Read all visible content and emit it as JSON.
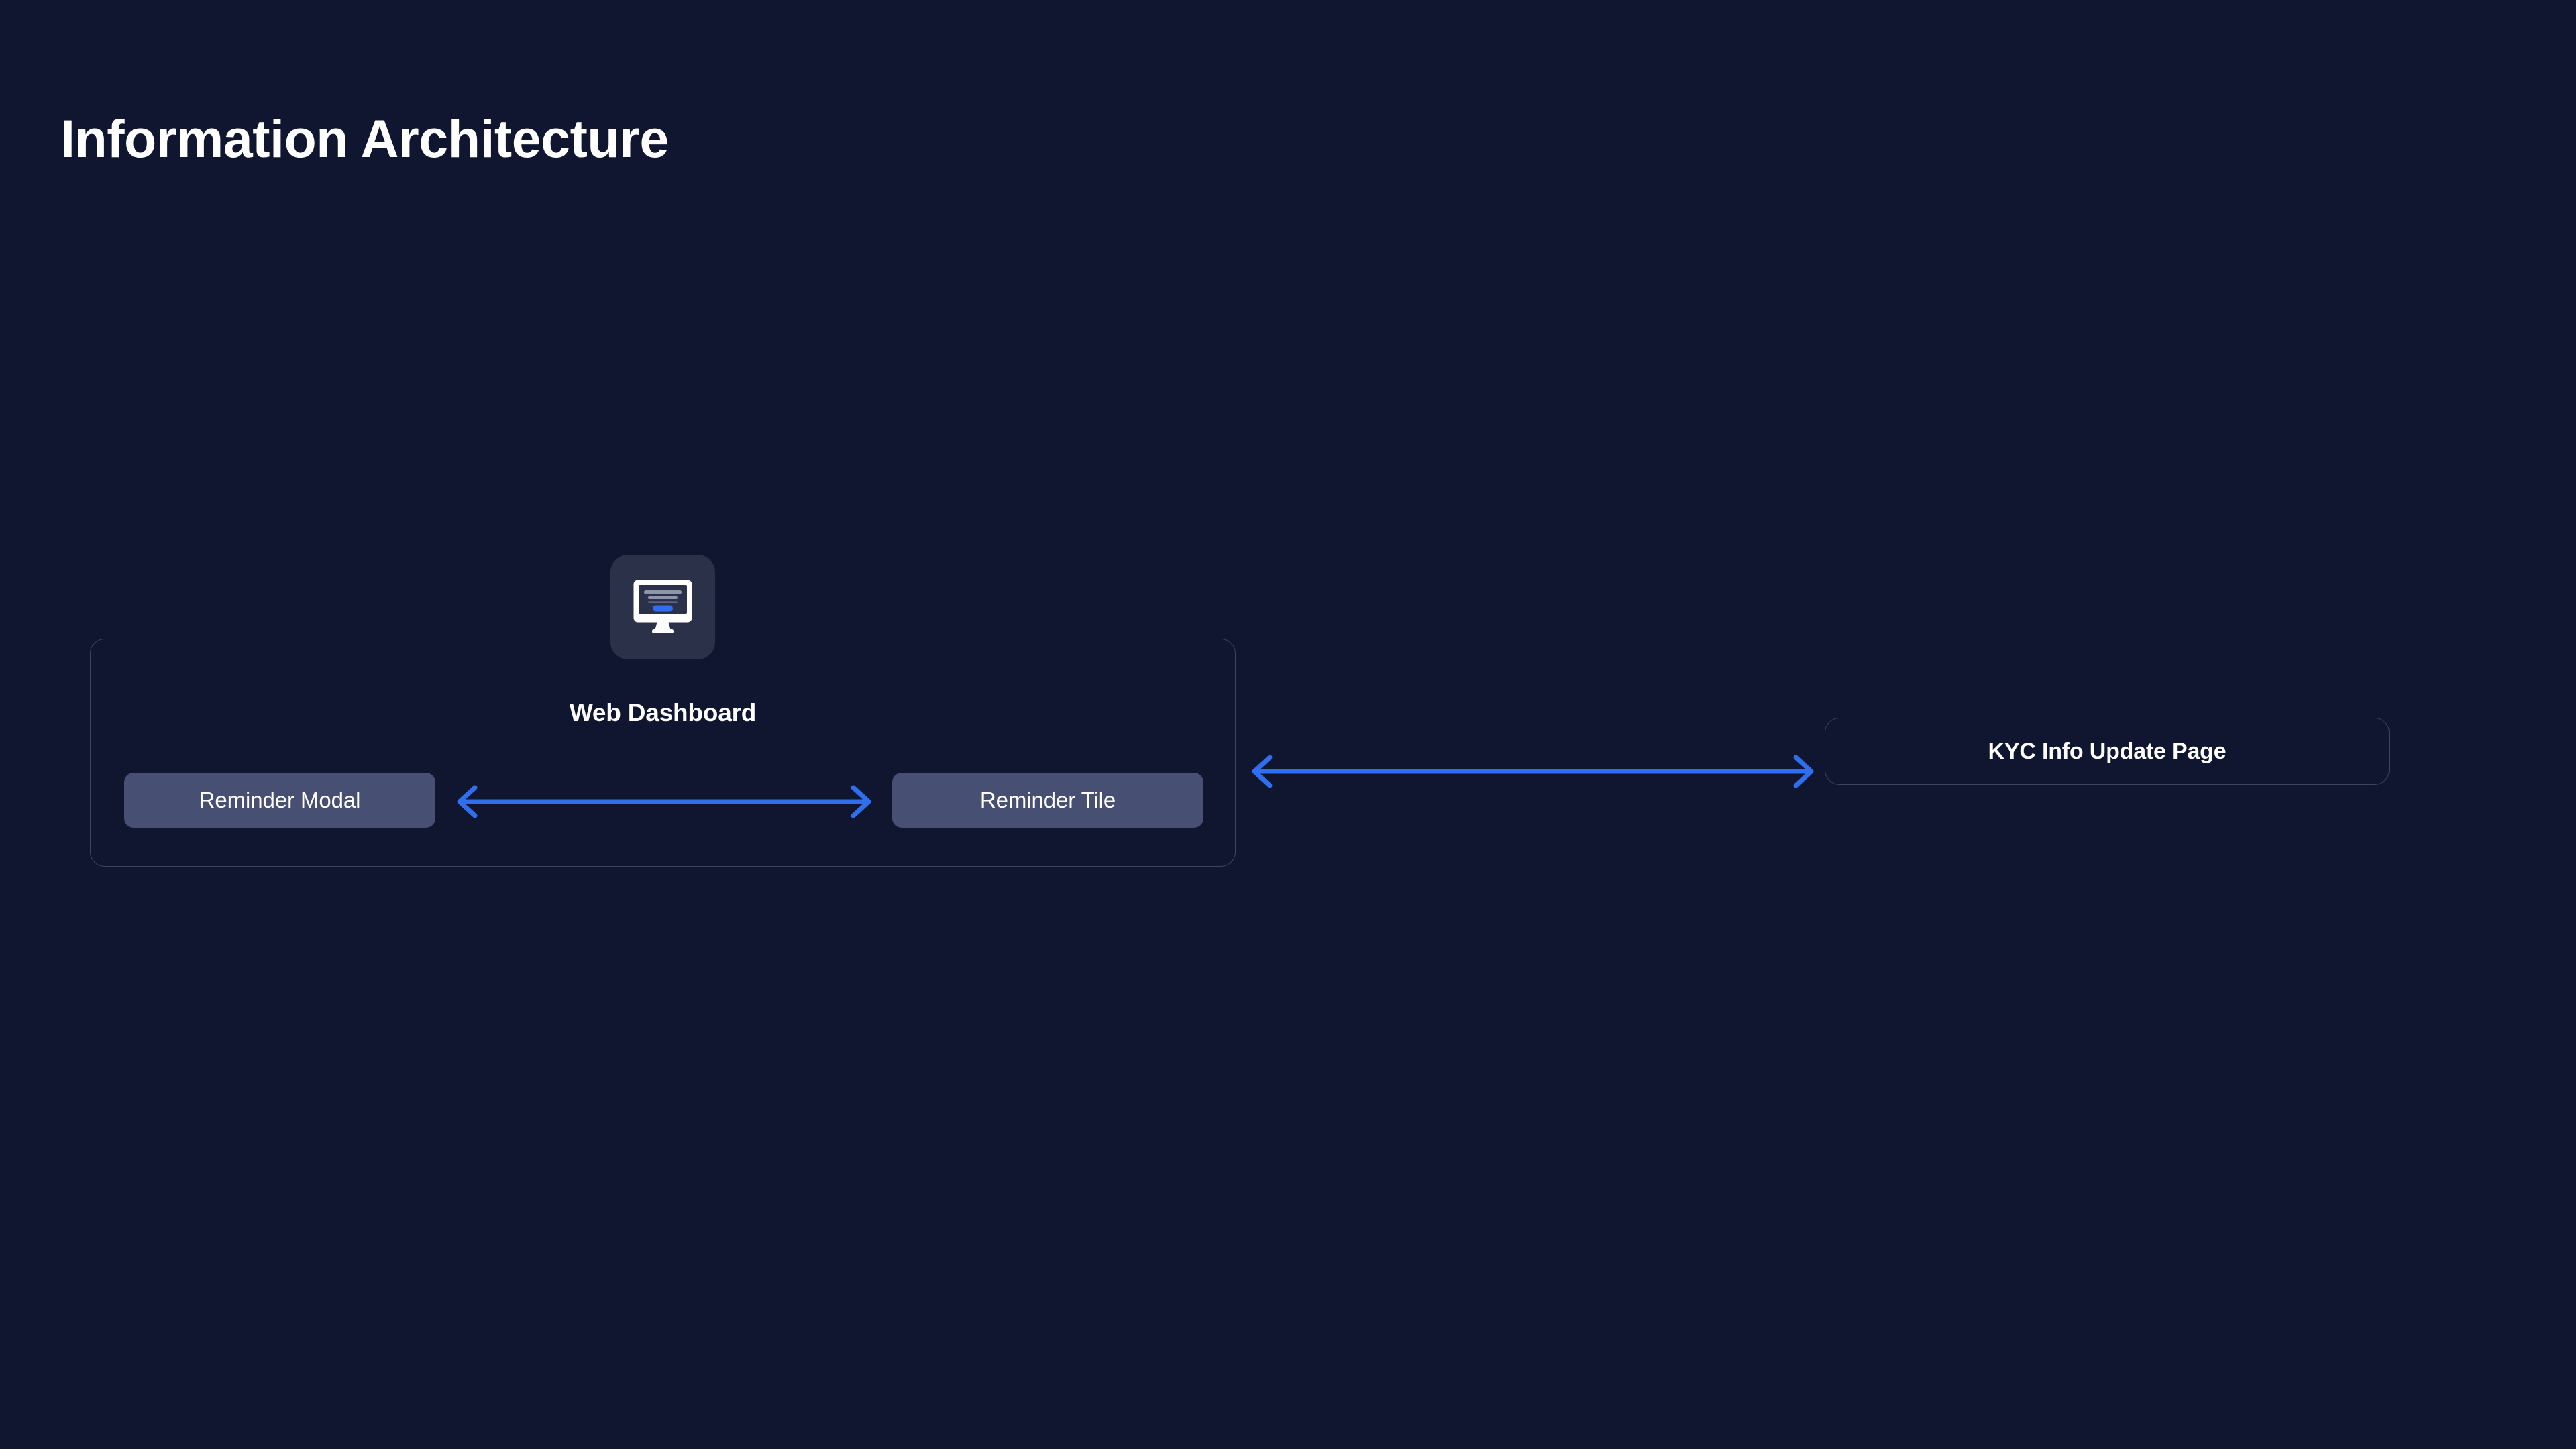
{
  "page": {
    "title": "Information Architecture",
    "background_color": "#111630",
    "accent_color": "#2f6fed",
    "border_color": "#3b4563",
    "tile_fill_color": "#474f72",
    "badge_fill_color": "#2b3149",
    "text_color": "#ffffff"
  },
  "diagram": {
    "type": "information-architecture",
    "groups": [
      {
        "id": "web-dashboard",
        "label": "Web Dashboard",
        "icon": "desktop-monitor-icon",
        "children": [
          {
            "id": "reminder-modal",
            "label": "Reminder Modal"
          },
          {
            "id": "reminder-tile",
            "label": "Reminder Tile"
          }
        ]
      }
    ],
    "nodes": [
      {
        "id": "kyc-info-update-page",
        "label": "KYC Info Update Page"
      }
    ],
    "connectors": [
      {
        "id": "reminder-modal-to-reminder-tile",
        "from": "reminder-modal",
        "to": "reminder-tile",
        "direction": "bidirectional",
        "color": "#2f6fed"
      },
      {
        "id": "web-dashboard-to-kyc-info-update-page",
        "from": "web-dashboard",
        "to": "kyc-info-update-page",
        "direction": "bidirectional",
        "color": "#2f6fed"
      }
    ]
  }
}
